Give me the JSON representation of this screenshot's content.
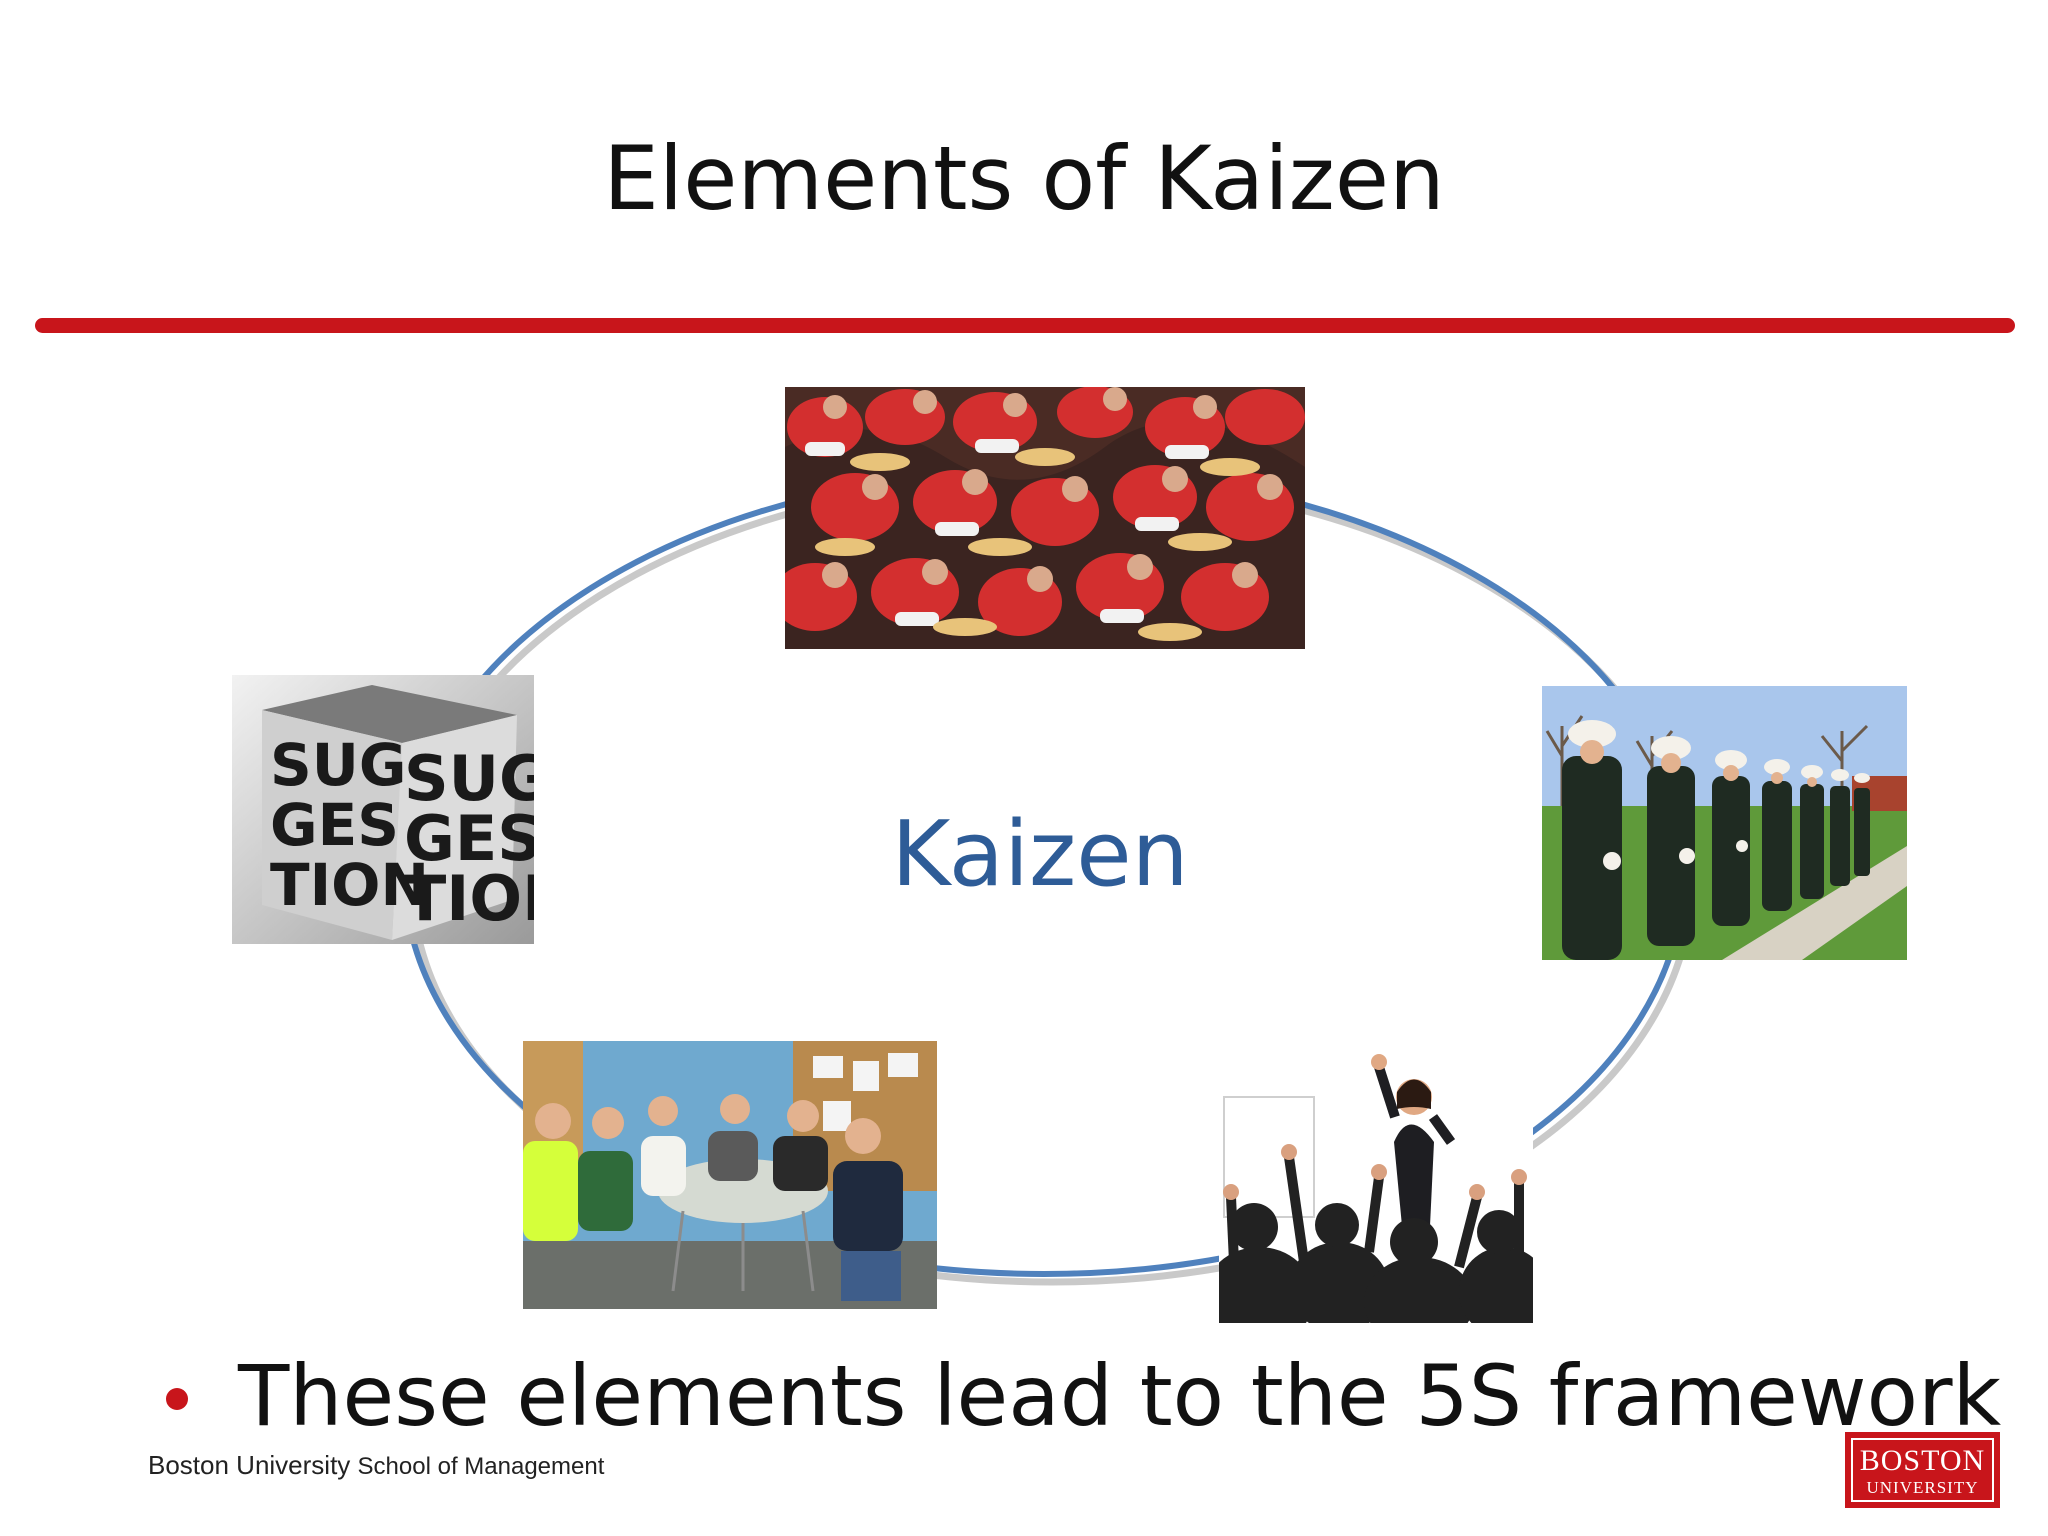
{
  "slide": {
    "title": "Elements of Kaizen",
    "center_label": "Kaizen",
    "bullets": [
      "These elements lead to the 5S framework"
    ]
  },
  "photos": {
    "top": "Marching band brass section",
    "left": "Suggestion cube",
    "right": "Uniformed honor guard in a row",
    "bottom_left": "Team meeting at a round table",
    "bottom_right": "Celebrating audience with raised fists"
  },
  "footer": {
    "university": "Boston University",
    "school": "School of Management"
  },
  "logo": {
    "line1": "BOSTON",
    "line2": "UNIVERSITY"
  },
  "colors": {
    "accent_red": "#c8151b",
    "kaizen_blue": "#2e5c97",
    "ring_blue": "#4f81bd"
  }
}
